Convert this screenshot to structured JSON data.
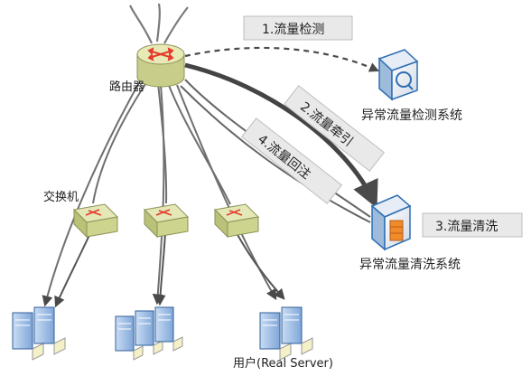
{
  "labels": {
    "router": "路由器",
    "switch": "交换机",
    "detection_system": "异常流量检测系统",
    "cleaning_system": "异常流量清洗系统",
    "users": "用户(Real Server)"
  },
  "steps": {
    "step1": "1.流量检测",
    "step2": "2.流量牵引",
    "step3": "3.流量清洗",
    "step4": "4.流量回注"
  },
  "colors": {
    "router_top": "#e7e9b6",
    "router_side": "#c9cd8a",
    "router_arrows": "#e53a2b",
    "switch_fill": "#d4dca0",
    "step_box_fill": "#e9e9e9",
    "line_dark": "#555555",
    "device_blue": "#2f6fb3",
    "server_blue": "#4a7fc1"
  },
  "icons": {
    "router": "router-icon",
    "switch": "switch-icon",
    "detector": "detector-device-icon",
    "cleaner": "cleaner-device-icon",
    "server": "server-icon"
  }
}
